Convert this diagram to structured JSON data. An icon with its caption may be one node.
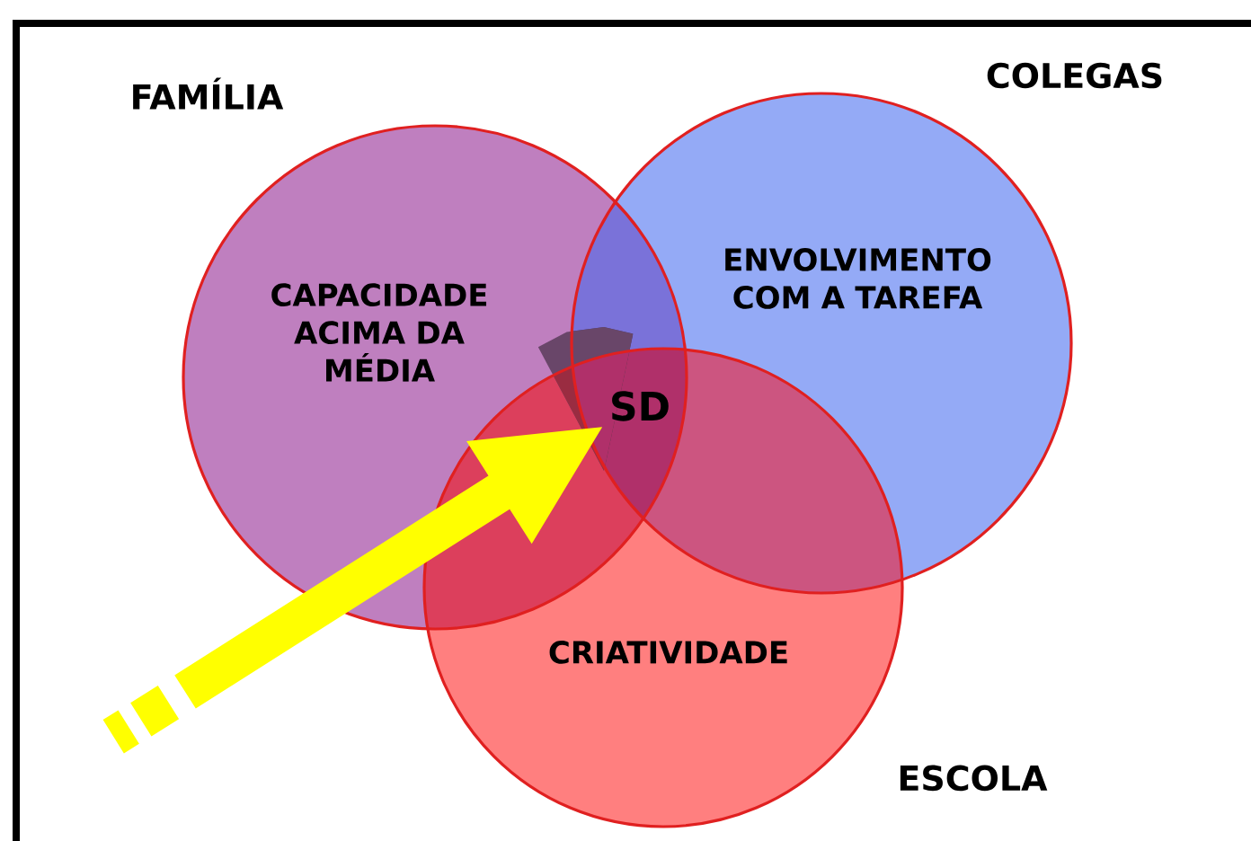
{
  "diagram": {
    "nodes": [
      {
        "text": [
          "CAPACIDADE ACIMA DA MÉDIA"
        ]
      },
      {
        "text": [
          "ENVOLVIMENTO COM A TAREFA"
        ]
      },
      {
        "text": [
          "CRIATIVIDADE"
        ]
      },
      {
        "text": [
          "SD"
        ]
      }
    ],
    "edges": [
      {
        "from": null,
        "to": 3,
        "arrow": "to"
      }
    ],
    "labels": [
      "FAMÍLIA",
      "COLEGAS",
      "ESCOLA"
    ]
  }
}
